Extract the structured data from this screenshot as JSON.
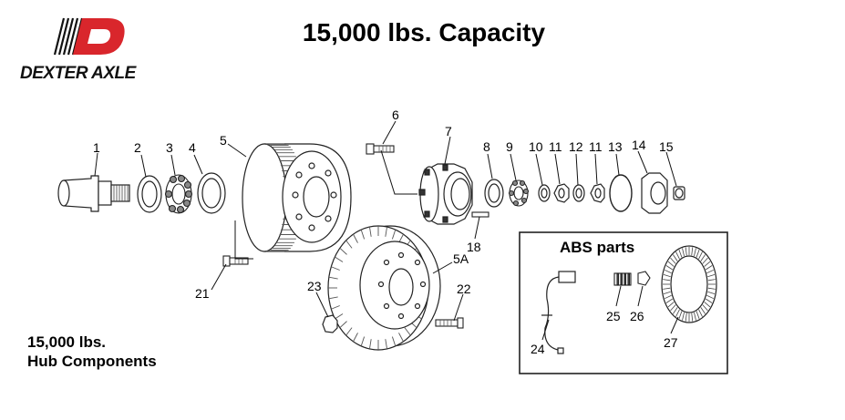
{
  "title": "15,000 lbs. Capacity",
  "brand": {
    "name": "DEXTER AXLE",
    "color": "#d9262c"
  },
  "caption": {
    "line1": "15,000 lbs.",
    "line2": "Hub Components"
  },
  "abs_box": {
    "title": "ABS parts"
  },
  "parts": [
    {
      "id": "p1",
      "label": "1"
    },
    {
      "id": "p2",
      "label": "2"
    },
    {
      "id": "p3",
      "label": "3"
    },
    {
      "id": "p4",
      "label": "4"
    },
    {
      "id": "p5",
      "label": "5"
    },
    {
      "id": "p5a",
      "label": "5A"
    },
    {
      "id": "p6",
      "label": "6"
    },
    {
      "id": "p7",
      "label": "7"
    },
    {
      "id": "p8",
      "label": "8"
    },
    {
      "id": "p9",
      "label": "9"
    },
    {
      "id": "p10",
      "label": "10"
    },
    {
      "id": "p11a",
      "label": "11"
    },
    {
      "id": "p12",
      "label": "12"
    },
    {
      "id": "p11b",
      "label": "11"
    },
    {
      "id": "p13",
      "label": "13"
    },
    {
      "id": "p14",
      "label": "14"
    },
    {
      "id": "p15",
      "label": "15"
    },
    {
      "id": "p18",
      "label": "18"
    },
    {
      "id": "p21",
      "label": "21"
    },
    {
      "id": "p22",
      "label": "22"
    },
    {
      "id": "p23",
      "label": "23"
    },
    {
      "id": "p24",
      "label": "24"
    },
    {
      "id": "p25",
      "label": "25"
    },
    {
      "id": "p26",
      "label": "26"
    },
    {
      "id": "p27",
      "label": "27"
    }
  ]
}
